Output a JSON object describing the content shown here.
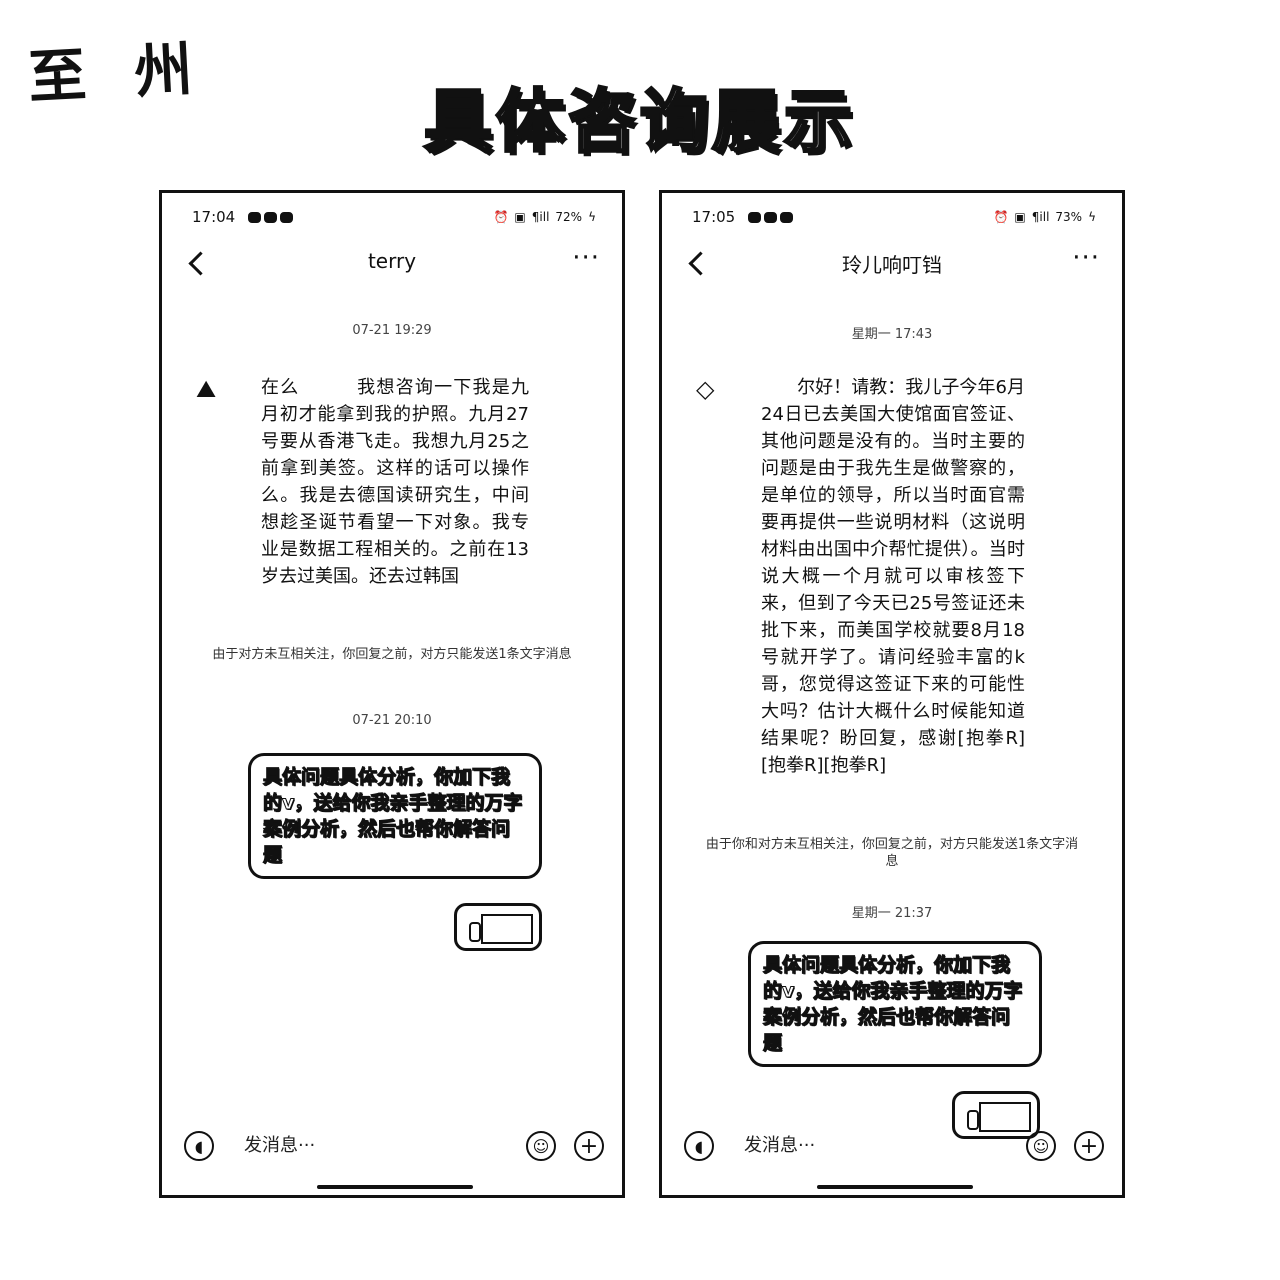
{
  "page": {
    "brand": "至 州",
    "headline": "具体咨询展示"
  },
  "phones": [
    {
      "status": {
        "time": "17:04",
        "signal_text": "¶ill",
        "battery": "72%"
      },
      "title": "terry",
      "timestamp1": "07-21 19:29",
      "avatar_icon": "mountain-icon",
      "message": "在么　　　我想咨询一下我是九月初才能拿到我的护照。九月27号要从香港飞走。我想九月25之前拿到美签。这样的话可以操作么。我是去德国读研究生，中间想趁圣诞节看望一下对象。我专业是数据工程相关的。之前在13岁去过美国。还去过韩国",
      "notice": "由于对方未互相关注，你回复之前，对方只能发送1条文字消息",
      "timestamp2": "07-21 20:10",
      "reply": "具体问题具体分析，你加下我的v，送给你我亲手整理的万字案例分析，然后也帮你解答问题",
      "input_placeholder": "发消息···"
    },
    {
      "status": {
        "time": "17:05",
        "signal_text": "¶ill",
        "battery": "73%"
      },
      "title": "玲儿响叮铛",
      "timestamp1": "星期一 17:43",
      "avatar_icon": "diamond-icon",
      "message": "　　尔好！请教：我儿子今年6月24日已去美国大使馆面官签证、其他问题是没有的。当时主要的问题是由于我先生是做警察的，是单位的领导，所以当时面官需要再提供一些说明材料（这说明材料由出国中介帮忙提供）。当时说大概一个月就可以审核签下来，但到了今天已25号签证还未批下来，而美国学校就要8月18号就开学了。请问经验丰富的k哥，您觉得这签证下来的可能性大吗？估计大概什么时候能知道结果呢？盼回复，感谢[抱拳R][抱拳R][抱拳R]",
      "notice": "由于你和对方未互相关注，你回复之前，对方只能发送1条文字消息",
      "timestamp2": "星期一 21:37",
      "reply": "具体问题具体分析，你加下我的v，送给你我亲手整理的万字案例分析，然后也帮你解答问题",
      "input_placeholder": "发消息···"
    }
  ]
}
